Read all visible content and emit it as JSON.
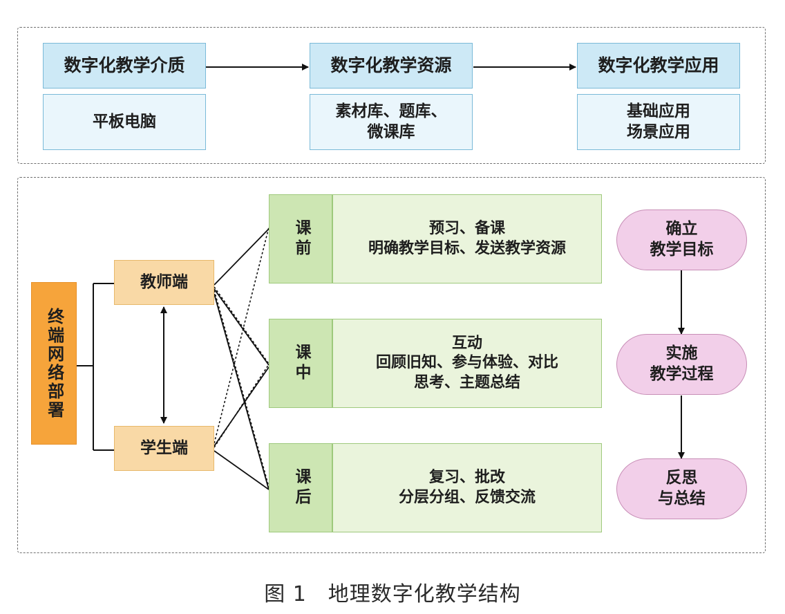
{
  "media_section": {
    "items": [
      {
        "header": "数字化教学介质",
        "body": "平板电脑"
      },
      {
        "header": "数字化教学资源",
        "body": "素材库、题库、\n微课库"
      },
      {
        "header": "数字化教学应用",
        "body": "基础应用\n场景应用"
      }
    ]
  },
  "network": {
    "root": "终端网络部署",
    "teacher": "教师端",
    "student": "学生端"
  },
  "phases": [
    {
      "label": "课前",
      "content": "预习、备课\n明确教学目标、发送教学资源"
    },
    {
      "label": "课中",
      "content": "互动\n回顾旧知、参与体验、对比\n思考、主题总结"
    },
    {
      "label": "课后",
      "content": "复习、批改\n分层分组、反馈交流"
    }
  ],
  "goals": [
    "确立\n教学目标",
    "实施\n教学过程",
    "反思\n与总结"
  ],
  "caption": "图 1　地理数字化教学结构",
  "colors": {
    "blue_header": "#cde9f6",
    "blue_body": "#eaf6fc",
    "orange_light": "#f9d9a6",
    "orange_dark": "#f6a43b",
    "green_label": "#cde6b3",
    "green_body": "#eaf4dc",
    "pink": "#f2cfe9"
  }
}
